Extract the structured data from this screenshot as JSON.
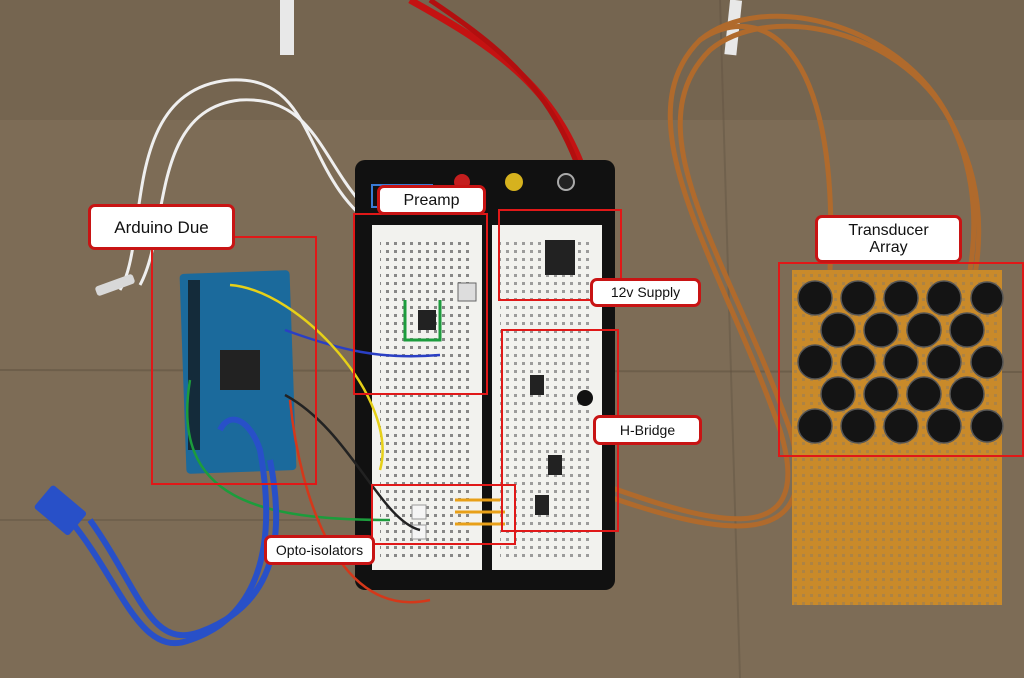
{
  "image": {
    "background": "#7a6a55"
  },
  "labels": {
    "arduino": "Arduino Due",
    "preamp": "Preamp",
    "supply": "12v Supply",
    "hbridge": "H-Bridge",
    "transducer": "Transducer\nArray",
    "opto": "Opto-isolators"
  },
  "colors": {
    "highlight": "#e01818",
    "label_border": "#c81414"
  }
}
